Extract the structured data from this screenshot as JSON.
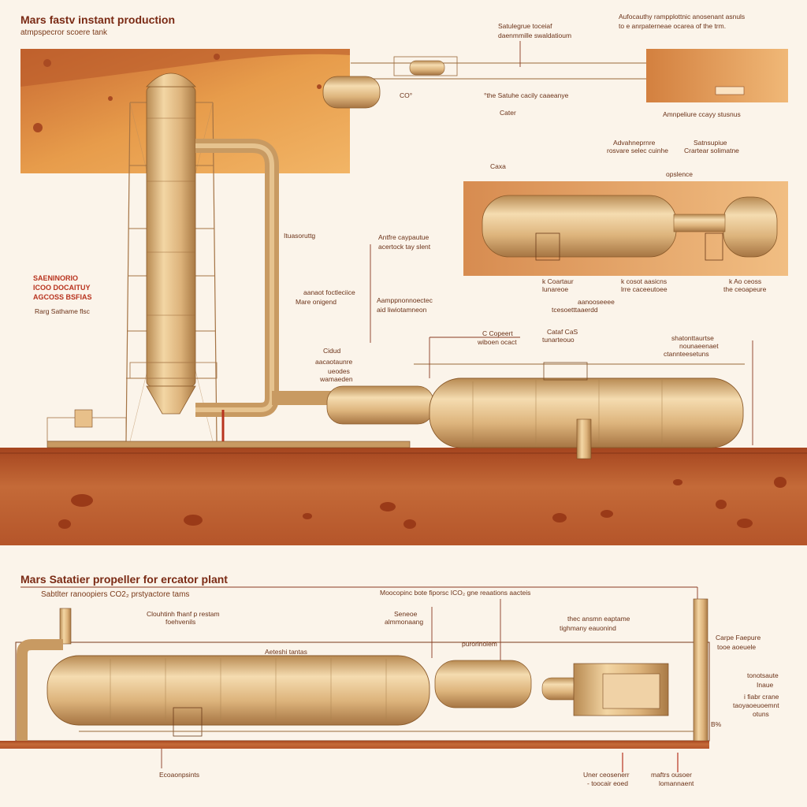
{
  "top": {
    "title": "Mars fastv instant production",
    "subtitle": "atmpspecror scoere tank",
    "callouts": {
      "c1": [
        "Satulegrue toceiaf",
        "daenmmille swaldatioum"
      ],
      "c2": [
        "Aufocauthy rampplottnic anosenant asnuls",
        "to e anrpaterneae ocarea of the trm."
      ],
      "c3": "CO°",
      "c4": "°the Satuhe cacily caaeanye",
      "c5": "Cater",
      "c6": "Amnpeliure ccayy stusnus",
      "c7": [
        "Advahneprnre",
        "rosvare selec cuinhe"
      ],
      "c8": [
        "Satnsupiue",
        "Crartear solimatne"
      ],
      "c9": "Caxa",
      "c10": "opslence",
      "c11": "Ituasoruttg",
      "c12": [
        "Antfre caypautue",
        "acertock tay slent"
      ],
      "c13": [
        "SAENINORIO",
        "ICOO DOCAITUY",
        "AGCOSS BSFIAS"
      ],
      "c14": "Rarg Sathame flsc",
      "c15": [
        "aanaot foctleciice",
        "Mare onigend"
      ],
      "c16": [
        "Aamppnonnoectec",
        "aid liwiotamneon"
      ],
      "c17": [
        "k Coartaur",
        "lunareoe"
      ],
      "c18": [
        "k cosot aasicns",
        "lrre caceeutoee"
      ],
      "c19": [
        "k Ao ceoss",
        "the ceoapeure"
      ],
      "c20": [
        "aanooseeee",
        "tcesoetttaaerdd"
      ],
      "c21": [
        "C Copeert",
        "wiboen ocact"
      ],
      "c22": [
        "Cataf CaS",
        "tunarteouo"
      ],
      "c23": [
        "shatonttaurtse",
        "nounaeenaet",
        "ctannteesetuns"
      ],
      "c24": [
        "Cidud",
        "aacaotaunre",
        "ueodes",
        "wamaeden"
      ]
    }
  },
  "bottom": {
    "title": "Mars Satatier propeller for ercator plant",
    "subtitle": "Sabtlter ranoopiers CO2₂ prstyactore tams",
    "callouts": {
      "b1": [
        "Clouhtinh fhanf p restam",
        "foehvenils"
      ],
      "b2": "Moocopinc bote fiporsc ICO₂ gne reaations aacteis",
      "b3": [
        "Seneoe",
        "almmonaang"
      ],
      "b4": "Aeteshi tantas",
      "b5": "purorinoiem",
      "b6": [
        "thec ansmn eaptame",
        "tighmany eauonind"
      ],
      "b7": [
        "Carpe Faepure",
        "tooe aoeuele"
      ],
      "b8": [
        "tonotsaute",
        "Inaue"
      ],
      "b9": [
        "i fiabr crane",
        "taoyaoeuoemnt",
        "otuns"
      ],
      "b10": "Ecoaonpsints",
      "b11": [
        "Uner ceosenerr",
        "- toocair eoed"
      ],
      "b12": [
        "maftrs ousoer",
        "lomannaent"
      ],
      "b13": "B%"
    }
  },
  "colors": {
    "sky": "#e79c4b",
    "ground": "#b5552a",
    "metal": "#e2bc82",
    "accent_red": "#b8331e",
    "line": "#8a3a22"
  }
}
